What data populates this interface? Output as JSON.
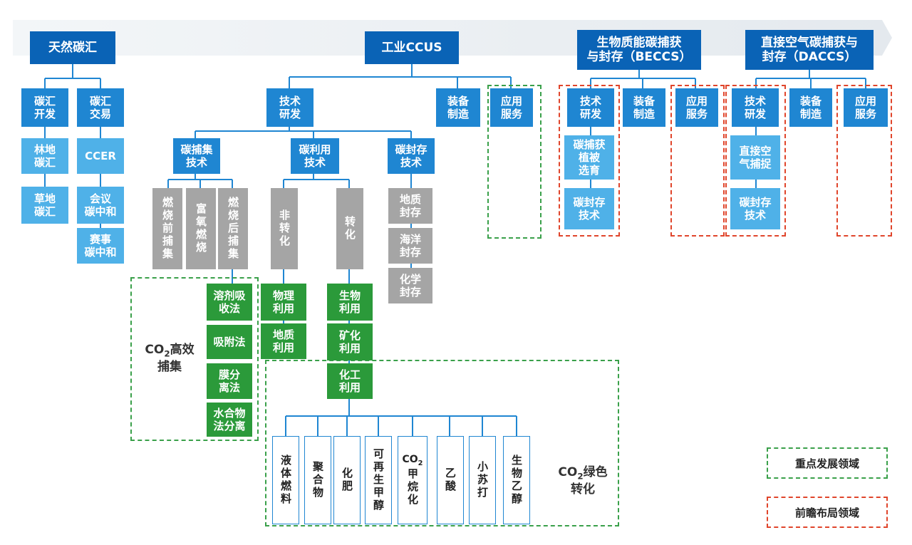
{
  "level1": {
    "natural": "天然碳汇",
    "ccus": "工业CCUS",
    "beccs": "生物质能碳捕获\n与封存（BECCS）",
    "daccs": "直接空气碳捕获与\n封存（DACCS）"
  },
  "natural": {
    "dev": "碳汇\n开发",
    "trade": "碳汇\n交易",
    "forest": "林地\n碳汇",
    "grass": "草地\n碳汇",
    "ccer": "CCER",
    "meeting": "会议\n碳中和",
    "event": "赛事\n碳中和"
  },
  "ccus": {
    "rnd": "技术\n研发",
    "equip": "装备\n制造",
    "service": "应用\n服务",
    "capture": "碳捕集\n技术",
    "utilize": "碳利用\n技术",
    "storage": "碳封存\n技术",
    "cap_pre": "燃烧前捕集",
    "cap_oxy": "富氧燃烧",
    "cap_post": "燃烧后捕集",
    "nonconv": "非转化",
    "conv": "转化",
    "geo_store": "地质\n封存",
    "ocean_store": "海洋\n封存",
    "chem_store": "化学\n封存",
    "solvent": "溶剂吸\n收法",
    "adsorb": "吸附法",
    "membrane": "膜分\n离法",
    "hydrate": "水合物\n法分离",
    "phys_use": "物理\n利用",
    "geo_use": "地质\n利用",
    "bio_use": "生物\n利用",
    "mineral_use": "矿化\n利用",
    "chem_use": "化工\n利用",
    "products": [
      "液体燃料",
      "聚合物",
      "化肥",
      "可再生甲醇",
      "甲烷化",
      "乙酸",
      "小苏打",
      "生物乙醇"
    ],
    "co2_prefix": "CO",
    "co2_sub": "2",
    "capture_label": "高效\n捕集",
    "green_label": "绿色\n转化"
  },
  "beccs": {
    "rnd": "技术\n研发",
    "equip": "装备\n制造",
    "service": "应用\n服务",
    "veg": "碳捕获\n植被\n选育",
    "storage": "碳封存\n技术"
  },
  "daccs": {
    "rnd": "技术\n研发",
    "equip": "装备\n制造",
    "service": "应用\n服务",
    "dac": "直接空\n气捕捉",
    "storage": "碳封存\n技术"
  },
  "legend": {
    "key": "重点发展领域",
    "future": "前瞻布局领域"
  },
  "colors": {
    "navy": "#0a63b6",
    "blue": "#1f86d2",
    "light": "#4fb1e8",
    "gray": "#a5a5a5",
    "green": "#2b9a3a",
    "green_dash": "#3aa04a",
    "red_dash": "#e0452b"
  }
}
